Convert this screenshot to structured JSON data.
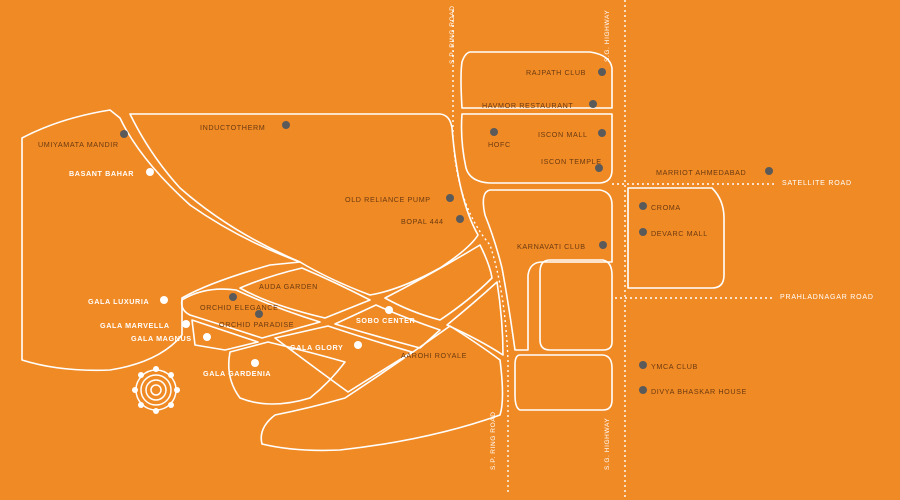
{
  "map": {
    "colors": {
      "background": "#f08a24",
      "road": "#ffffff",
      "poi_dot": "#5a5a5a",
      "project_dot": "#ffffff",
      "poi_text": "#6b3a12"
    },
    "roads": {
      "sp_ring_road_top": "S.P. RING ROAD",
      "sp_ring_road_bottom": "S.P. RING ROAD",
      "sg_highway_top": "S.G. HIGHWAY",
      "sg_highway_bottom": "S.G. HIGHWAY",
      "satellite_road": "SATELLITE ROAD",
      "prahladnagar_road": "PRAHLADNAGAR ROAD"
    },
    "landmarks": {
      "rajpath_club": "RAJPATH CLUB",
      "havmor_restaurant": "HAVMOR RESTAURANT",
      "iscon_mall": "ISCON MALL",
      "hofc": "HOFC",
      "iscon_temple": "ISCON TEMPLE",
      "marriot_ahmedabad": "MARRIOT AHMEDABAD",
      "croma": "CROMA",
      "devarc_mall": "DEVARC MALL",
      "karnavati_club": "KARNAVATI CLUB",
      "ymca_club": "YMCA CLUB",
      "divya_bhaskar_house": "DIVYA BHASKAR HOUSE",
      "inductotherm": "INDUCTOTHERM",
      "umiyamata_mandir": "UMIYAMATA MANDIR",
      "old_reliance_pump": "OLD RELIANCE PUMP",
      "bopal_444": "BOPAL 444",
      "auda_garden": "AUDA GARDEN",
      "orchid_elegance": "ORCHID ELEGANCE",
      "orchid_paradise": "ORCHID PARADISE",
      "aarohi_royale": "AAROHI ROYALE"
    },
    "projects": {
      "basant_bahar": "BASANT BAHAR",
      "gala_luxuria": "GALA LUXURIA",
      "gala_marvella": "GALA MARVELLA",
      "gala_magnus": "GALA MAGNUS",
      "gala_gardenia": "GALA GARDENIA",
      "gala_glory": "GALA GLORY",
      "sobo_center": "SOBO CENTER"
    },
    "logo": "flower-logo"
  }
}
